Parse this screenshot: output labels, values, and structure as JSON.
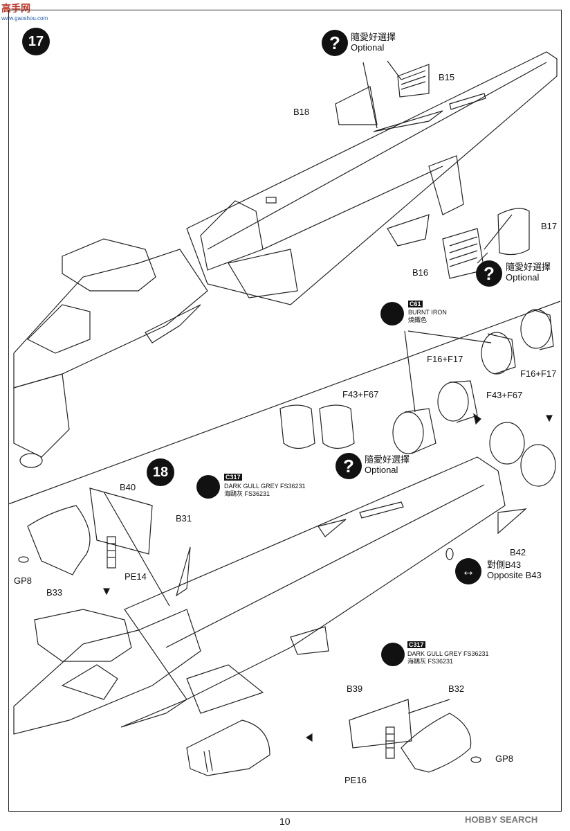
{
  "watermark": {
    "brand_cn": "高手网",
    "brand_url": "www.gaoshou.com"
  },
  "steps": [
    {
      "number": "17"
    },
    {
      "number": "18"
    }
  ],
  "notes": {
    "optional_cn": "隨愛好選擇",
    "optional_en": "Optional",
    "opposite_cn": "對側B43",
    "opposite_en": "Opposite B43"
  },
  "paints": {
    "c61": {
      "code": "C61",
      "name_en": "BURNT IRON",
      "name_cn": "燒鐵色"
    },
    "c317": {
      "code": "C317",
      "name_en": "DARK GULL GREY FS36231",
      "name_cn": "海鷗灰 FS36231"
    }
  },
  "parts": {
    "b15": "B15",
    "b18": "B18",
    "b17": "B17",
    "b16": "B16",
    "f16f17": "F16+F17",
    "f43f67": "F43+F67",
    "b40": "B40",
    "b31": "B31",
    "gp8": "GP8",
    "b33": "B33",
    "pe14": "PE14",
    "b42": "B42",
    "b39": "B39",
    "b32": "B32",
    "pe16": "PE16"
  },
  "footer": {
    "page_number": "10",
    "site": "HOBBY SEARCH"
  },
  "colors": {
    "ink": "#111111",
    "watermark_red": "#c0392b",
    "watermark_blue": "#1e5aa8"
  }
}
